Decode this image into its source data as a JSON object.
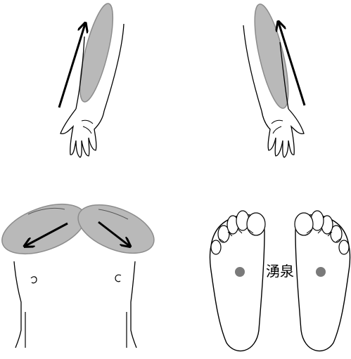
{
  "colors": {
    "background": "#ffffff",
    "line": "#000000",
    "shade": "#b9b9b9",
    "shade_stroke": "#8c8c8c",
    "acupoint": "#7a7a7a"
  },
  "panels": [
    {
      "id": "left-forearm",
      "arrow_direction": "up"
    },
    {
      "id": "right-forearm",
      "arrow_direction": "up"
    },
    {
      "id": "chest-shoulders",
      "arrow_direction": "outward-down"
    },
    {
      "id": "foot-soles",
      "point_count": 2
    }
  ],
  "acupoint_label": "湧泉",
  "icons": [
    "arrow-icon",
    "hand-icon",
    "foot-icon",
    "acupoint-dot-icon"
  ]
}
